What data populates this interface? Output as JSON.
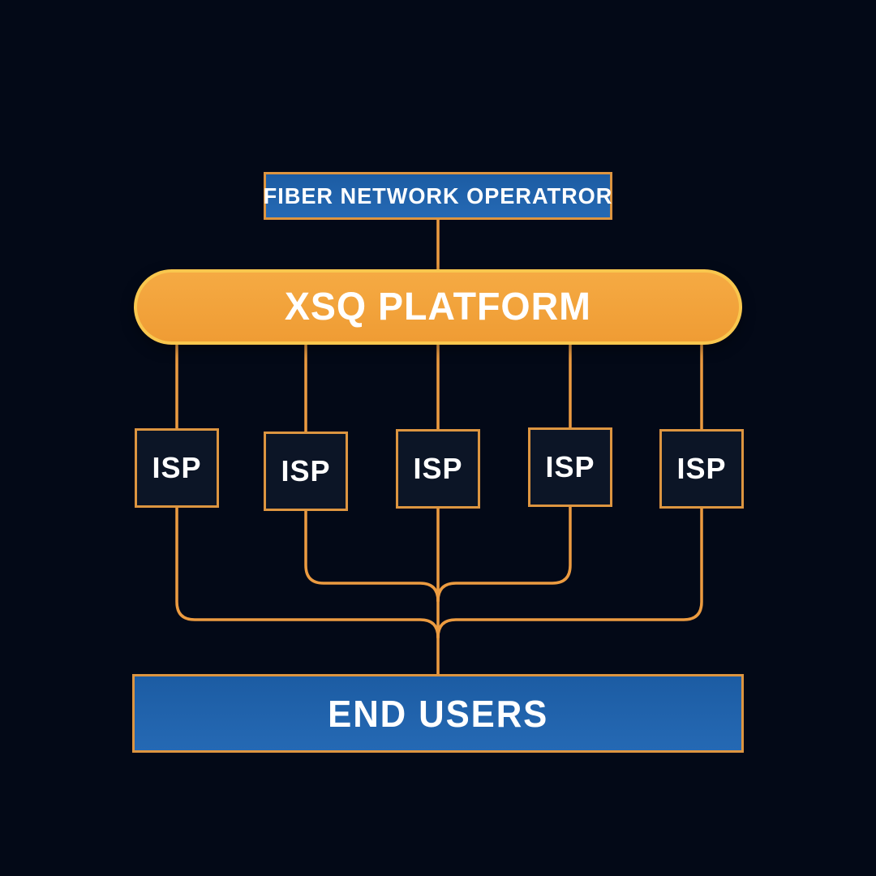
{
  "colors": {
    "bg": "#030917",
    "line": "#EC9B40",
    "box-border": "#DD9540",
    "pill-border": "#F9C74E",
    "pill-fill-top": "#F5AA43",
    "pill-fill": "#EF9C34",
    "blue-top": "#1C5CA3",
    "blue-bottom": "#2569B4",
    "isp-fill": "#0C1526",
    "text": "#FFFFFF"
  },
  "operator": {
    "label": "FIBER NETWORK OPERATROR"
  },
  "platform": {
    "label": "XSQ PLATFORM"
  },
  "isps": [
    {
      "label": "ISP"
    },
    {
      "label": "ISP"
    },
    {
      "label": "ISP"
    },
    {
      "label": "ISP"
    },
    {
      "label": "ISP"
    }
  ],
  "end_users": {
    "label": "END USERS"
  }
}
